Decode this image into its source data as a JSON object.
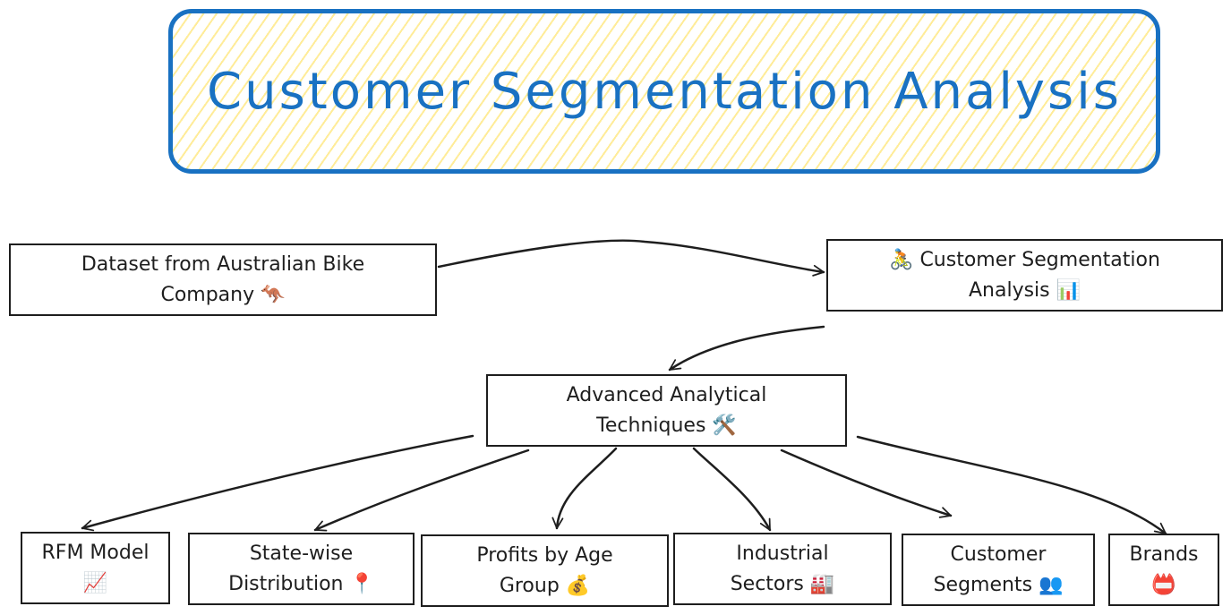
{
  "title": "Customer Segmentation Analysis",
  "colors": {
    "title_stroke": "#1971c2",
    "title_text": "#1971c2",
    "title_hatch": "#ffec99",
    "node_stroke": "#1e1e1e"
  },
  "nodes": {
    "dataset": {
      "label": "Dataset from Australian Bike\nCompany 🦘"
    },
    "analysis": {
      "label": "🚴 Customer Segmentation\nAnalysis 📊"
    },
    "techniques": {
      "label": "Advanced Analytical\nTechniques 🛠️"
    },
    "rfm": {
      "label": "RFM Model\n📈"
    },
    "state": {
      "label": "State-wise\nDistribution 📍"
    },
    "profits": {
      "label": "Profits by Age\nGroup 💰"
    },
    "industrial": {
      "label": "Industrial\nSectors 🏭"
    },
    "segments": {
      "label": "Customer\nSegments 👥"
    },
    "brands": {
      "label": "Brands\n📛"
    }
  },
  "edges": [
    {
      "from": "dataset",
      "to": "analysis"
    },
    {
      "from": "analysis",
      "to": "techniques"
    },
    {
      "from": "techniques",
      "to": "rfm"
    },
    {
      "from": "techniques",
      "to": "state"
    },
    {
      "from": "techniques",
      "to": "profits"
    },
    {
      "from": "techniques",
      "to": "industrial"
    },
    {
      "from": "techniques",
      "to": "segments"
    },
    {
      "from": "techniques",
      "to": "brands"
    }
  ]
}
